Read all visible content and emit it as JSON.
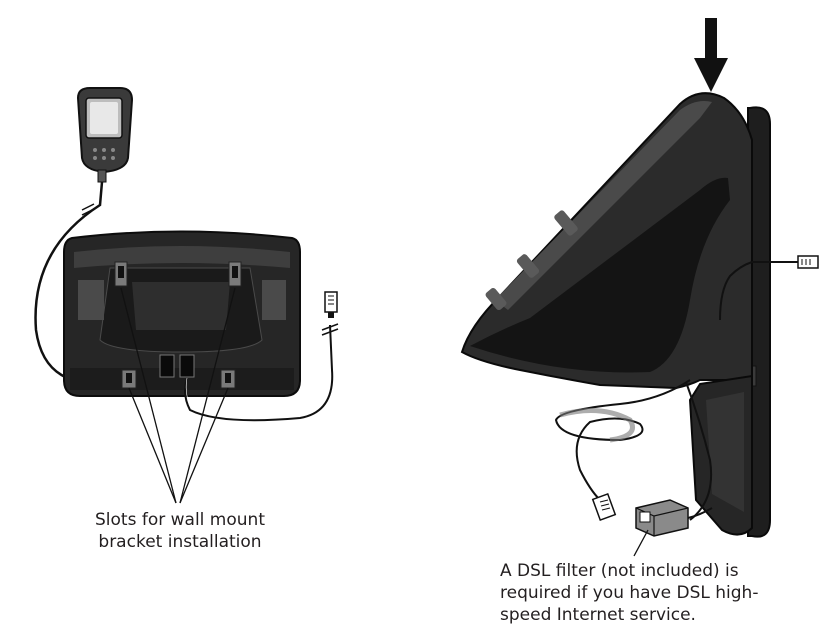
{
  "figure": {
    "left_callout": {
      "lines": [
        "Slots for wall mount",
        "bracket installation"
      ]
    },
    "right_callout": {
      "lines": [
        "A DSL filter (not included) is",
        "required if you have DSL high-",
        "speed Internet service."
      ]
    },
    "colors": {
      "device_body": "#2a2a2a",
      "device_dark": "#141414",
      "device_highlight": "#6a6a6a",
      "line_art": "#231f20",
      "filter_box": "#8a8a8a"
    },
    "icons": [
      "down-arrow-icon",
      "handset-icon",
      "telephone-plug-icon",
      "dsl-filter-icon"
    ]
  }
}
